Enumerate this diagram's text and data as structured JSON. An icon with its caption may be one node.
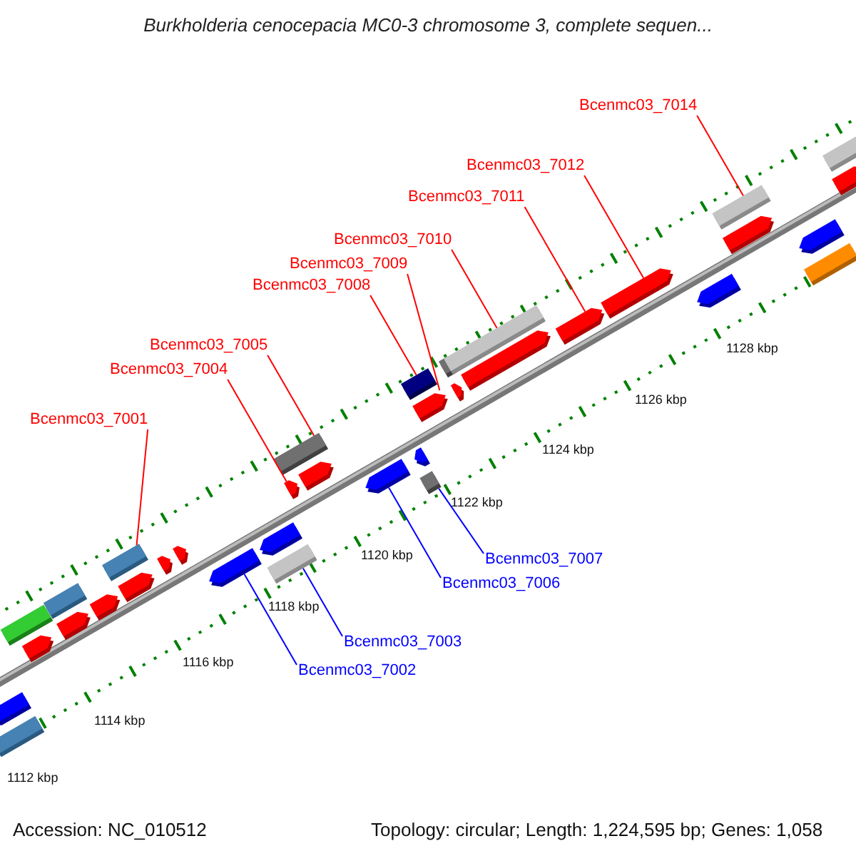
{
  "diagram": {
    "title": "Burkholderia cenocepacia MC0-3 chromosome 3, complete sequen...",
    "nodes": [
      {
        "text": [
          "Bcenmc03_7014"
        ]
      },
      {
        "text": [
          "Bcenmc03_7012"
        ]
      },
      {
        "text": [
          "Bcenmc03_7011"
        ]
      },
      {
        "text": [
          "Bcenmc03_7010"
        ]
      },
      {
        "text": [
          "Bcenmc03_7009"
        ]
      },
      {
        "text": [
          "Bcenmc03_7008"
        ]
      },
      {
        "text": [
          "Bcenmc03_7005"
        ]
      },
      {
        "text": [
          "Bcenmc03_7004"
        ]
      },
      {
        "text": [
          "Bcenmc03_7001"
        ]
      },
      {
        "text": [
          "Bcenmc03_7007"
        ]
      },
      {
        "text": [
          "Bcenmc03_7006"
        ]
      },
      {
        "text": [
          "Bcenmc03_7003"
        ]
      },
      {
        "text": [
          "Bcenmc03_7002"
        ]
      },
      {
        "text": [],
        "shape": "pentagon"
      },
      {
        "text": [],
        "shape": "box"
      },
      {
        "text": [],
        "shape": "box"
      },
      {
        "text": [],
        "shape": "pentagon"
      },
      {
        "text": [],
        "shape": "box"
      },
      {
        "text": [],
        "shape": "pentagon"
      },
      {
        "text": [],
        "shape": "pentagon"
      },
      {
        "text": [],
        "shape": "box"
      },
      {
        "text": [],
        "shape": "pentagon"
      },
      {
        "text": [],
        "shape": "pentagon"
      },
      {
        "text": [],
        "shape": "pentagon"
      },
      {
        "text": [],
        "shape": "pentagon"
      },
      {
        "text": [],
        "shape": "pentagon"
      },
      {
        "text": [],
        "shape": "box"
      },
      {
        "text": [],
        "shape": "pentagon"
      },
      {
        "text": [],
        "shape": "box"
      },
      {
        "text": [],
        "shape": "pentagon"
      },
      {
        "text": [],
        "shape": "pentagon"
      },
      {
        "text": [],
        "shape": "pentagon"
      },
      {
        "text": [],
        "shape": "box"
      },
      {
        "text": [],
        "shape": "box"
      },
      {
        "text": [],
        "shape": "pentagon"
      },
      {
        "text": [],
        "shape": "box"
      },
      {
        "text": [],
        "shape": "pentagon"
      },
      {
        "text": [],
        "shape": "box"
      },
      {
        "text": [],
        "shape": "pentagon"
      },
      {
        "text": [],
        "shape": "pentagon"
      },
      {
        "text": [],
        "shape": "pentagon"
      },
      {
        "text": [],
        "shape": "pentagon"
      },
      {
        "text": [],
        "shape": "box"
      },
      {
        "text": [],
        "shape": "pentagon"
      },
      {
        "text": [],
        "shape": "pentagon"
      },
      {
        "text": [],
        "shape": "box"
      },
      {
        "text": [],
        "shape": "box"
      },
      {
        "text": [],
        "shape": "pentagon"
      }
    ],
    "edges": [
      {
        "from": 8,
        "to": 20,
        "arrow": "none"
      },
      {
        "from": 12,
        "to": 24,
        "arrow": "none",
        "color": "#0000ff"
      },
      {
        "from": 11,
        "to": 26,
        "arrow": "none",
        "color": "#0000ff"
      },
      {
        "from": 7,
        "to": 27,
        "arrow": "none"
      },
      {
        "from": 6,
        "to": 28,
        "arrow": "none"
      },
      {
        "from": 10,
        "to": 30,
        "arrow": "none",
        "color": "#0000ff"
      },
      {
        "from": 5,
        "to": 32,
        "arrow": "none"
      },
      {
        "from": 9,
        "to": 33,
        "arrow": "none",
        "color": "#0000ff"
      },
      {
        "from": 4,
        "to": 34,
        "arrow": "none"
      },
      {
        "from": 3,
        "to": 37,
        "arrow": "none"
      },
      {
        "from": 2,
        "to": 39,
        "arrow": "none"
      },
      {
        "from": 1,
        "to": 40,
        "arrow": "none"
      },
      {
        "from": 0,
        "to": 42,
        "arrow": "none"
      }
    ],
    "labels": [
      "1128 kbp",
      "1126 kbp",
      "1124 kbp",
      "1122 kbp",
      "1120 kbp",
      "1118 kbp",
      "1116 kbp",
      "1114 kbp",
      "1112 kbp",
      "Accession: NC_010512",
      "Topology: circular; Length: 1,224,595 bp; Genes: 1,058"
    ]
  }
}
